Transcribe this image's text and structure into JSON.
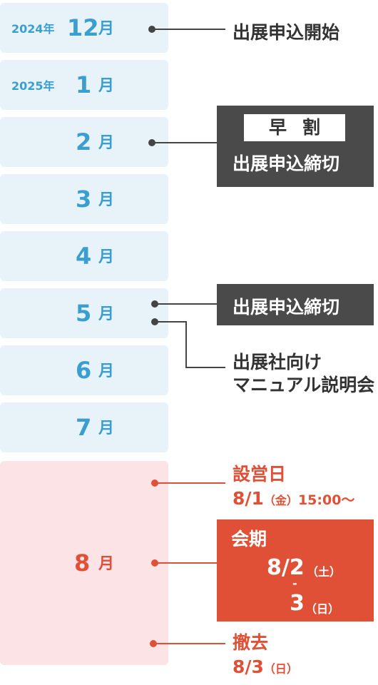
{
  "months": [
    {
      "year": "2024年",
      "num": "12",
      "unit": "月"
    },
    {
      "year": "2025年",
      "num": "1",
      "unit": "月"
    },
    {
      "num": "2",
      "unit": "月"
    },
    {
      "num": "3",
      "unit": "月"
    },
    {
      "num": "4",
      "unit": "月"
    },
    {
      "num": "5",
      "unit": "月"
    },
    {
      "num": "6",
      "unit": "月"
    },
    {
      "num": "7",
      "unit": "月"
    },
    {
      "num": "8",
      "unit": "月"
    }
  ],
  "events": {
    "dec_start": "出展申込開始",
    "feb_early": "早割",
    "feb_deadline": "出展申込締切",
    "may_deadline": "出展申込締切",
    "may_manual_line1": "出展社向け",
    "may_manual_line2": "マニュアル説明会",
    "setup_title": "設営日",
    "setup_date": "8/1",
    "setup_dow": "（金）",
    "setup_time": "15:00〜",
    "session_title": "会期",
    "session_start": "8/2",
    "session_start_dow": "（土）",
    "session_sep": "-",
    "session_end": "3",
    "session_end_dow": "（日）",
    "teardown_title": "撤去",
    "teardown_date": "8/3",
    "teardown_dow": "（日）"
  },
  "colors": {
    "month_bg": "#e8f3f9",
    "month_text": "#3a9fcf",
    "aug_bg": "#fbe3e6",
    "accent_red": "#e05036",
    "dark_box": "#4a4a4a"
  }
}
